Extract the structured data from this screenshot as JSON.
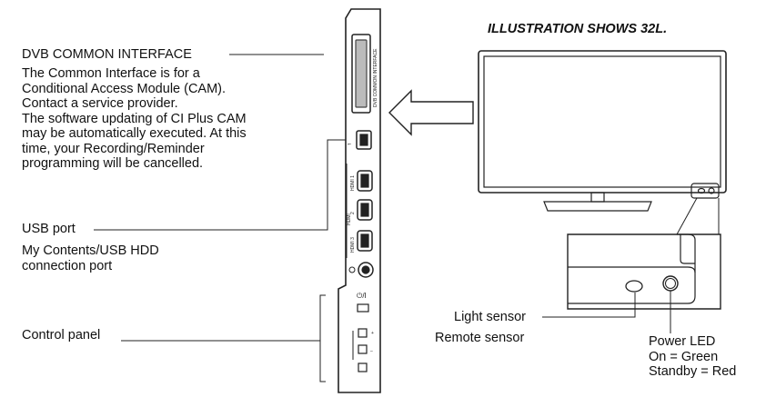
{
  "illustration_note": "ILLUSTRATION SHOWS 32L.",
  "dvb": {
    "heading": "DVB COMMON INTERFACE",
    "body": "The Common Interface is for a\nConditional Access Module (CAM).\nContact a service provider.\nThe software updating of CI Plus CAM\nmay be automatically executed. At this\ntime, your Recording/Reminder\nprogramming will be cancelled.",
    "slot_label": "DVB COMMON INTERFACE"
  },
  "usb": {
    "heading": "USB port",
    "body": "My Contents/USB HDD\nconnection port"
  },
  "control_panel": {
    "heading": "Control panel"
  },
  "front_panel": {
    "light_sensor": "Light sensor",
    "remote_sensor": "Remote sensor",
    "power_led": "Power LED\nOn = Green\nStandby = Red"
  },
  "side_panel_marks": {
    "hdmi_1": "HDMI 1",
    "hdmi_2": "2",
    "hdmi_3": "HDMI 3",
    "hdmi_logo": "HDMI",
    "plus": "+",
    "minus": "–"
  }
}
